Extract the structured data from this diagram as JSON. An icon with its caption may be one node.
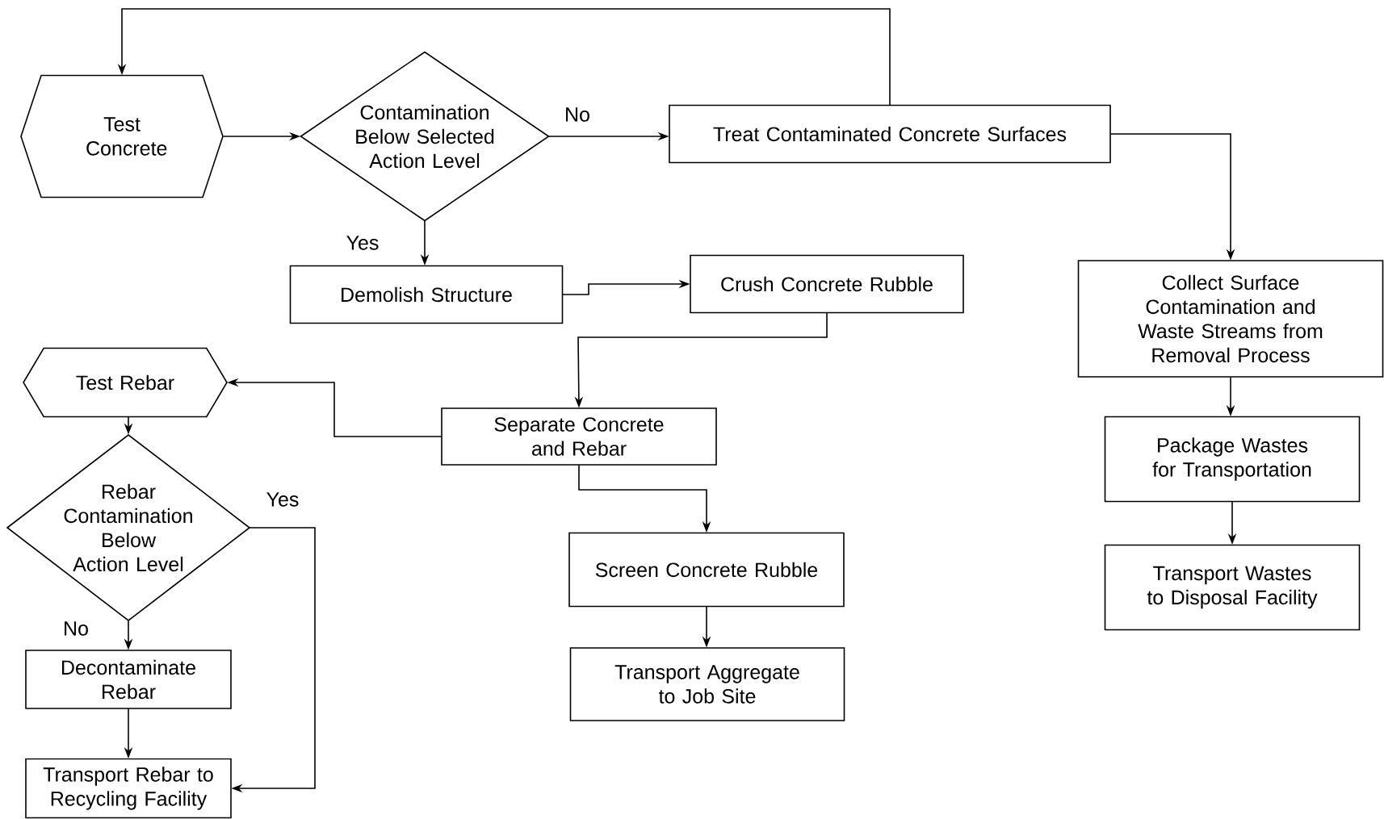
{
  "diagram": {
    "nodes": [
      {
        "text": [
          "Test Concrete"
        ]
      },
      {
        "text": [
          "Contamination Below Selected Action Level"
        ]
      },
      {
        "text": [
          "Treat Contaminated Concrete Surfaces"
        ]
      },
      {
        "text": [
          "Demolish Structure"
        ]
      },
      {
        "text": [
          "Crush Concrete Rubble"
        ]
      },
      {
        "text": [
          "Collect Surface Contamination and Waste Streams from Removal Process"
        ]
      },
      {
        "text": [
          "Test Rebar"
        ]
      },
      {
        "text": [
          "Separate Concrete and Rebar"
        ]
      },
      {
        "text": [
          "Package Wastes for Transportation"
        ]
      },
      {
        "text": [
          "Rebar Contamination Below Action Level"
        ]
      },
      {
        "text": [
          "Screen Concrete Rubble"
        ]
      },
      {
        "text": [
          "Transport Wastes to Disposal Facility"
        ]
      },
      {
        "text": [
          "Decontaminate Rebar"
        ]
      },
      {
        "text": [
          "Transport Aggregate to Job Site"
        ]
      },
      {
        "text": [
          "Transport Rebar to Recycling Facility"
        ]
      }
    ],
    "edges": [
      {
        "from": 0,
        "to": 1,
        "arrow": "to"
      },
      {
        "from": 1,
        "to": 2,
        "arrow": "to",
        "label": "No"
      },
      {
        "from": 1,
        "to": 3,
        "arrow": "to",
        "label": "Yes"
      },
      {
        "from": 2,
        "to": 0,
        "arrow": "to"
      },
      {
        "from": 2,
        "to": 5,
        "arrow": "to"
      },
      {
        "from": 3,
        "to": 4,
        "arrow": "to"
      },
      {
        "from": 4,
        "to": 7,
        "arrow": "to"
      },
      {
        "from": 7,
        "to": 6,
        "arrow": "to"
      },
      {
        "from": 7,
        "to": 10,
        "arrow": "to"
      },
      {
        "from": 10,
        "to": 13,
        "arrow": "to"
      },
      {
        "from": 5,
        "to": 8,
        "arrow": "to"
      },
      {
        "from": 8,
        "to": 11,
        "arrow": "to"
      },
      {
        "from": 6,
        "to": 9,
        "arrow": "to"
      },
      {
        "from": 9,
        "to": 14,
        "arrow": "to",
        "label": "Yes"
      },
      {
        "from": 9,
        "to": 12,
        "arrow": "to",
        "label": "No"
      },
      {
        "from": 12,
        "to": 14,
        "arrow": "to"
      }
    ]
  }
}
